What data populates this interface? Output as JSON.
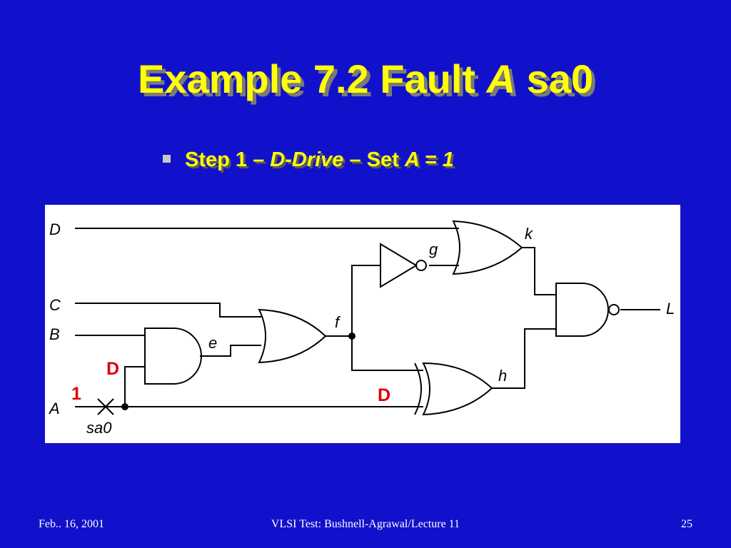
{
  "slide": {
    "title_prefix": "Example 7.2 Fault ",
    "title_italic": "A",
    "title_suffix": " sa0",
    "bullet": {
      "part1": "Step 1 – ",
      "part2": "D-Drive",
      "part3": " – Set ",
      "part4": "A = 1"
    },
    "colors": {
      "background": "#1111cc",
      "title": "#ffff00",
      "annotation": "#dd0000"
    }
  },
  "circuit": {
    "labels": {
      "D": "D",
      "C": "C",
      "B": "B",
      "A": "A",
      "e": "e",
      "f": "f",
      "g": "g",
      "h": "h",
      "k": "k",
      "L": "L",
      "fault": "sa0"
    },
    "annotations": {
      "a_value": "1",
      "a_branch_value": "D",
      "xor_input_value": "D"
    }
  },
  "footer": {
    "date": "Feb.. 16, 2001",
    "course": "VLSI Test: Bushnell-Agrawal/Lecture 11",
    "page": "25"
  }
}
